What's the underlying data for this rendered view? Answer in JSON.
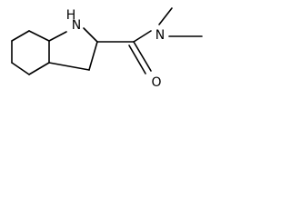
{
  "atoms": {
    "nh": "N\nH",
    "n_label": "N",
    "h_label": "H",
    "amide_n": "N",
    "carbonyl_o": "O"
  },
  "colors": {
    "bond": "#000000",
    "background": "#ffffff"
  }
}
